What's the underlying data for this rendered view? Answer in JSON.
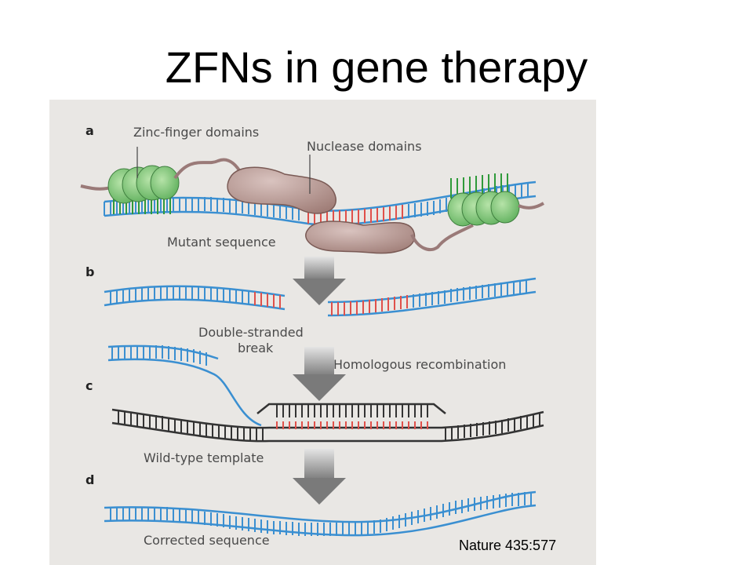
{
  "slide": {
    "title": "ZFNs in gene therapy",
    "citation": "Nature 435:577"
  },
  "figure": {
    "panels": {
      "a": "a",
      "b": "b",
      "c": "c",
      "d": "d"
    },
    "labels": {
      "zinc_finger_domains": "Zinc-finger domains",
      "nuclease_domains": "Nuclease domains",
      "mutant_sequence": "Mutant sequence",
      "double_stranded_1": "Double-stranded",
      "double_stranded_2": "break",
      "homologous_recombination": "Homologous recombination",
      "wild_type_template": "Wild-type template",
      "corrected_sequence": "Corrected sequence"
    },
    "colors": {
      "background": "#e9e7e4",
      "dna_blue": "#3a8fd1",
      "dna_red": "#e0504a",
      "dna_black": "#333333",
      "zinc_finger_green": "#7cc47a",
      "nuclease": "#b59590",
      "arrow": "#8a8a8a"
    }
  }
}
